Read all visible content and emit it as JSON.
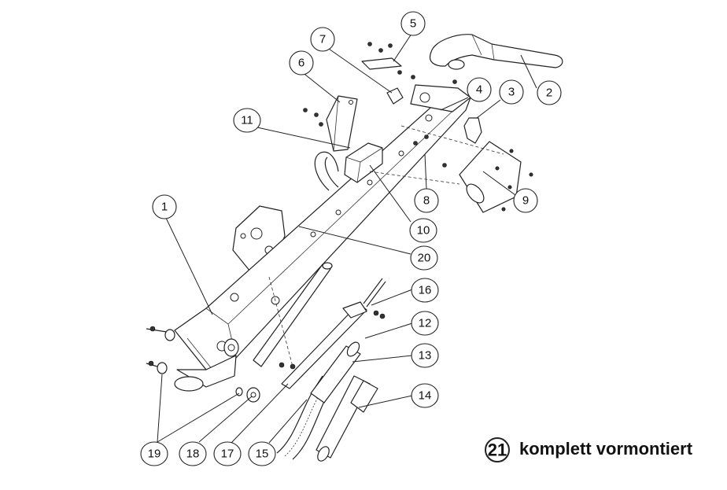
{
  "callouts": [
    {
      "label": "1"
    },
    {
      "label": "2"
    },
    {
      "label": "3"
    },
    {
      "label": "4"
    },
    {
      "label": "5"
    },
    {
      "label": "6"
    },
    {
      "label": "7"
    },
    {
      "label": "8"
    },
    {
      "label": "9"
    },
    {
      "label": "10"
    },
    {
      "label": "11"
    },
    {
      "label": "12"
    },
    {
      "label": "13"
    },
    {
      "label": "14"
    },
    {
      "label": "15"
    },
    {
      "label": "16"
    },
    {
      "label": "17"
    },
    {
      "label": "18"
    },
    {
      "label": "19"
    },
    {
      "label": "20"
    }
  ],
  "note": {
    "number": "21",
    "text": "komplett vormontiert"
  }
}
